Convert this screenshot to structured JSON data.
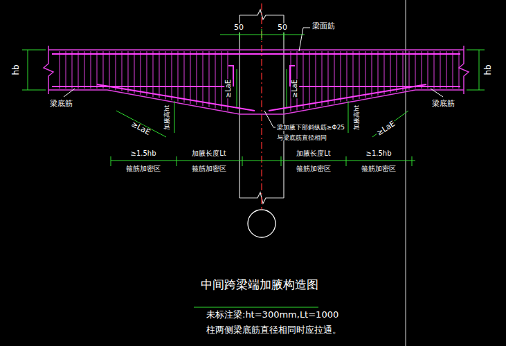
{
  "diagram": {
    "title": "中间跨梁端加腋构造图",
    "labels": [
      "50",
      "50",
      "梁面筋",
      "hb",
      "hb",
      "≥LaE",
      "≥LaE",
      "梁底筋",
      "加腋高ht",
      "≥LaE",
      "梁底筋",
      "加腋高ht",
      "≥LaE",
      "梁加腋下部斜纵筋≥Φ25",
      "与梁底筋直径相同",
      "≥1.5hb",
      "加腋长度Lt",
      "加腋长度Lt",
      "≥1.5hb",
      "箍筋加密区",
      "箍筋加密区",
      "箍筋加密区",
      "箍筋加密区",
      "未标注梁:ht=300mm,Lt=1000",
      "柱两侧梁底筋直径相同时应拉通。"
    ]
  }
}
